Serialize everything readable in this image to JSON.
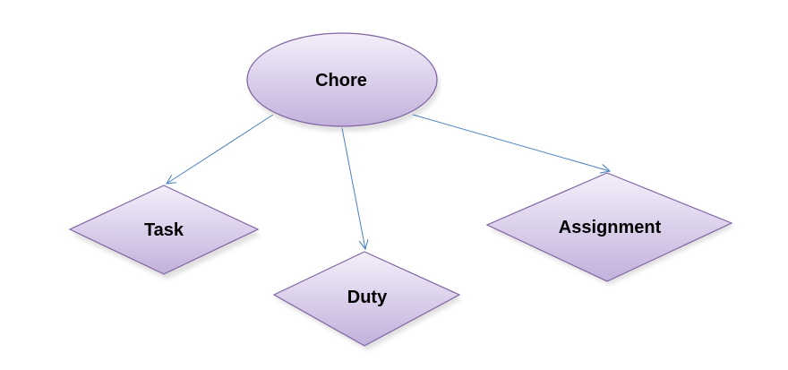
{
  "diagram": {
    "nodes": {
      "chore": {
        "label": "Chore",
        "shape": "ellipse"
      },
      "task": {
        "label": "Task",
        "shape": "diamond"
      },
      "duty": {
        "label": "Duty",
        "shape": "diamond"
      },
      "assignment": {
        "label": "Assignment",
        "shape": "diamond"
      }
    },
    "edges": [
      {
        "from": "Chore",
        "to": "Task"
      },
      {
        "from": "Chore",
        "to": "Duty"
      },
      {
        "from": "Chore",
        "to": "Assignment"
      }
    ],
    "colors": {
      "node_fill_top": "#f4effa",
      "node_fill_bottom": "#c2b1dc",
      "node_border": "#8064a2",
      "edge_color": "#4f81bd",
      "text_color": "#000000"
    }
  }
}
